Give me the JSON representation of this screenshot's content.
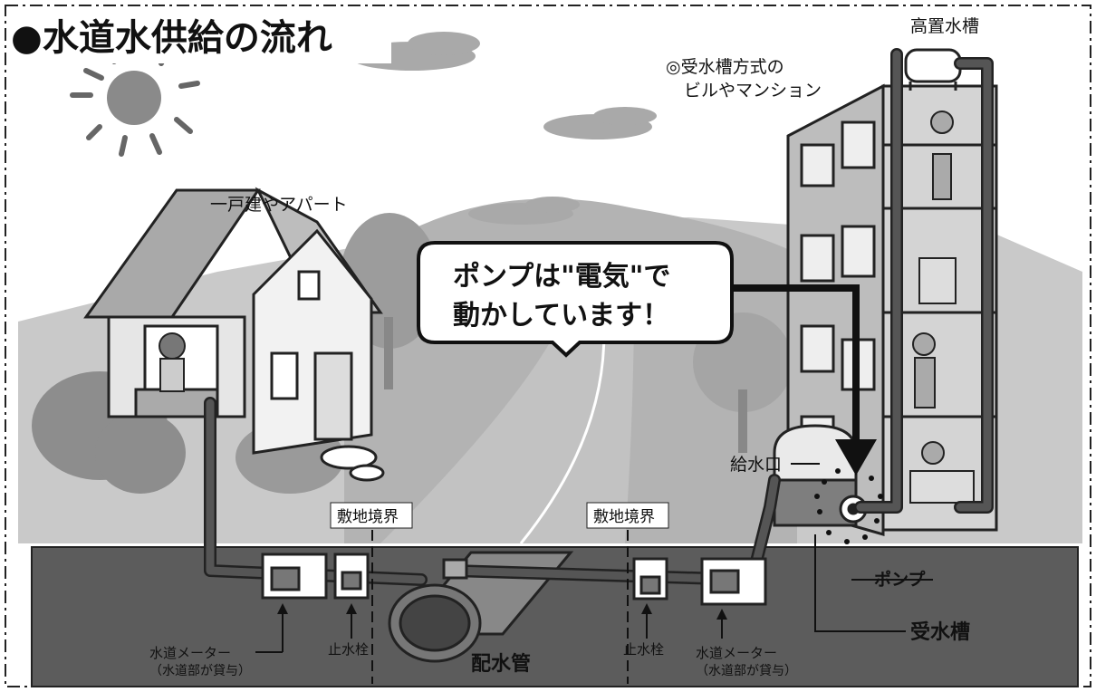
{
  "title": "●水道水供給の流れ",
  "labels": {
    "elevated_tank": "高置水槽",
    "building_type_line1": "◎受水槽方式の",
    "building_type_line2": "ビルやマンション",
    "house_type": "一戸建やアパート",
    "callout_line1": "ポンプは\"電気\"で",
    "callout_line2": "動かしています！",
    "water_inlet": "給水口",
    "boundary_left": "敷地境界",
    "boundary_right": "敷地境界",
    "pump": "ポンプ",
    "receiving_tank": "受水槽",
    "meter_left_line1": "水道メーター",
    "meter_left_line2": "（水道部が貸与）",
    "stopcock_left": "止水栓",
    "distribution_pipe": "配水管",
    "stopcock_right": "止水栓",
    "meter_right_line1": "水道メーター",
    "meter_right_line2": "（水道部が貸与）"
  },
  "colors": {
    "ground": "#5c5c5c",
    "sky_hill": "#b9b9b9",
    "road": "#c4c4c4",
    "pipe": "#4a4a4a",
    "building": "#cfcfcf"
  }
}
